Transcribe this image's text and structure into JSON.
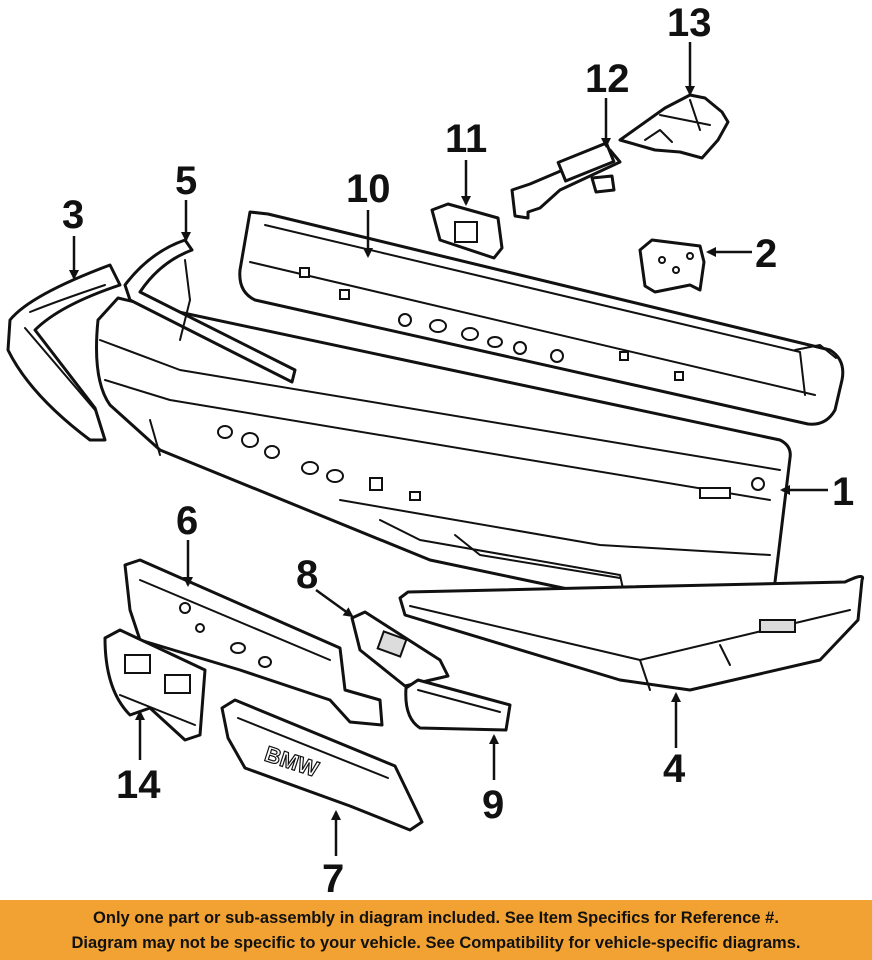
{
  "callouts": {
    "c1": "1",
    "c2": "2",
    "c3": "3",
    "c4": "4",
    "c5": "5",
    "c6": "6",
    "c7": "7",
    "c8": "8",
    "c9": "9",
    "c10": "10",
    "c11": "11",
    "c12": "12",
    "c13": "13",
    "c14": "14"
  },
  "grille_emblem": "BMW",
  "disclaimer": {
    "line1": "Only one part or sub-assembly in diagram included. See Item Specifics for Reference #.",
    "line2": "Diagram may not be specific to your vehicle. See Compatibility for vehicle-specific diagrams."
  },
  "colors": {
    "banner": "#f2a232",
    "lines": "#111111",
    "background": "#ffffff"
  }
}
